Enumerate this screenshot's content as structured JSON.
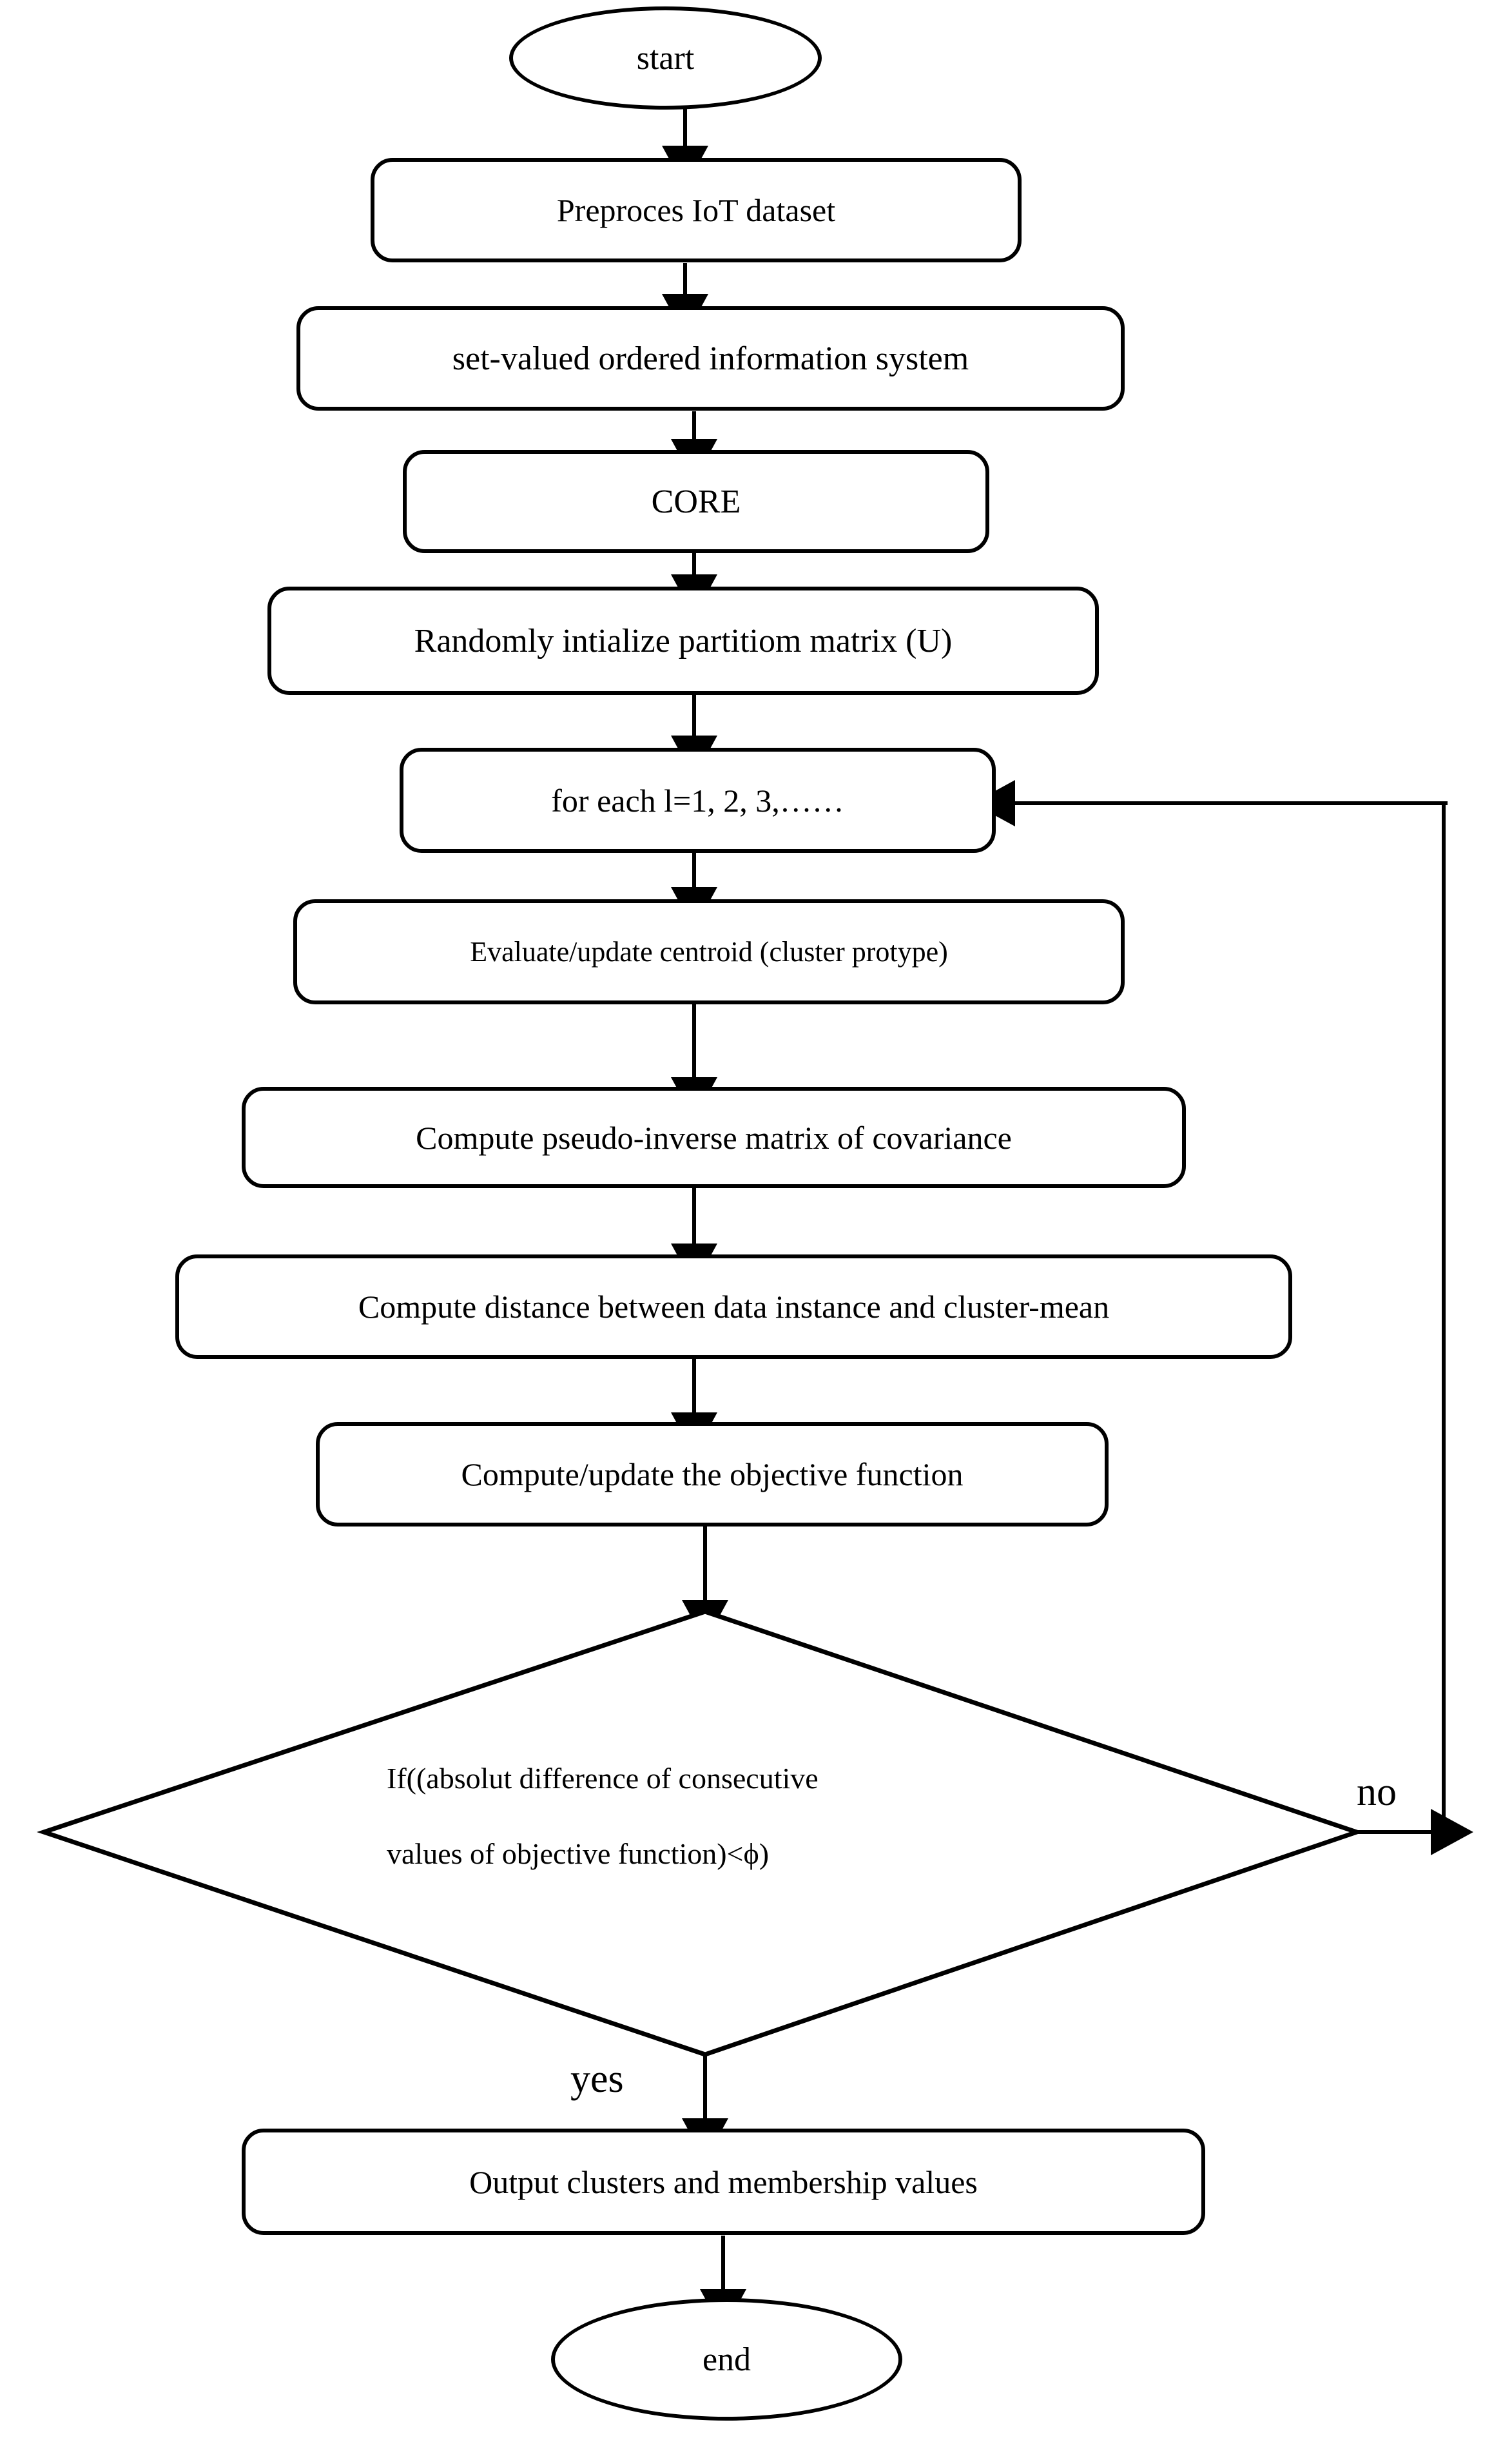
{
  "diagram": {
    "title_present": false,
    "nodes": {
      "start": {
        "label": "start",
        "shape": "oval"
      },
      "preprocess": {
        "label": "Preproces IoT dataset",
        "shape": "process"
      },
      "svois": {
        "label": "set-valued ordered information system",
        "shape": "process"
      },
      "core": {
        "label": "CORE",
        "shape": "process"
      },
      "init_matrix": {
        "label": "Randomly intialize partitiom matrix (U)",
        "shape": "process"
      },
      "for_each": {
        "label": "for each l=1, 2, 3,……",
        "shape": "process"
      },
      "centroid": {
        "label": "Evaluate/update centroid (cluster protype)",
        "shape": "process"
      },
      "pseudo_inverse": {
        "label": "Compute pseudo-inverse matrix of covariance",
        "shape": "process"
      },
      "distance": {
        "label": "Compute distance between data instance and cluster-mean",
        "shape": "process"
      },
      "objective": {
        "label": "Compute/update the objective function",
        "shape": "process"
      },
      "decision": {
        "shape": "diamond",
        "line1": "If((absolut  difference  of  consecutive",
        "line2": "values of objective function)<ϕ)"
      },
      "output": {
        "label": "Output clusters and membership values",
        "shape": "process"
      },
      "end": {
        "label": "end",
        "shape": "oval"
      }
    },
    "edge_labels": {
      "no": "no",
      "yes": "yes"
    },
    "colors": {
      "stroke": "#000000",
      "fill": "#ffffff",
      "text": "#000000"
    }
  }
}
